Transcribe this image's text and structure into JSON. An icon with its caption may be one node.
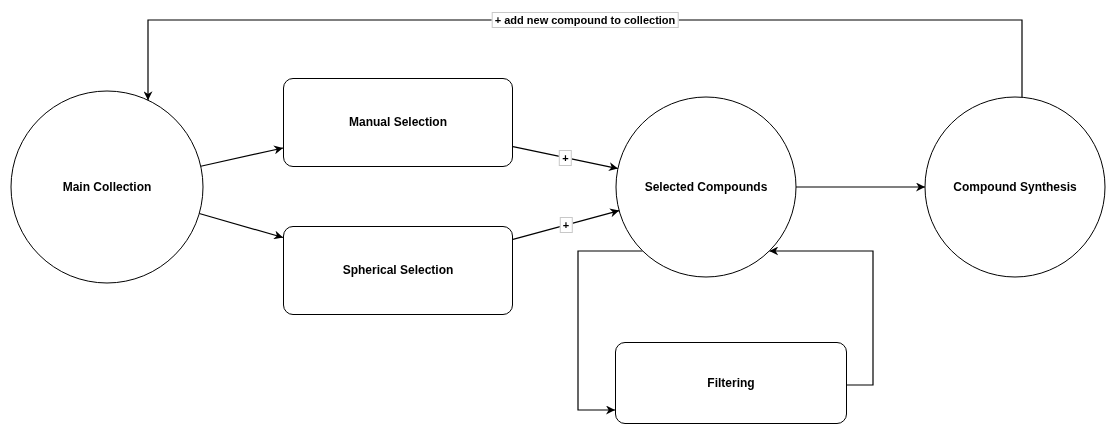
{
  "diagram": {
    "nodes": [
      {
        "text": [
          "Main Collection"
        ]
      },
      {
        "text": [
          "Manual Selection"
        ]
      },
      {
        "text": [
          "Spherical Selection"
        ]
      },
      {
        "text": [
          "Selected Compounds"
        ]
      },
      {
        "text": [
          "Compound Synthesis"
        ]
      },
      {
        "text": [
          "Filtering"
        ]
      }
    ],
    "edges": [
      {
        "from": 0,
        "to": 1,
        "arrow": "to"
      },
      {
        "from": 0,
        "to": 2,
        "arrow": "to"
      },
      {
        "from": 1,
        "to": 3,
        "arrow": "to",
        "label": "+"
      },
      {
        "from": 2,
        "to": 3,
        "arrow": "to",
        "label": "+"
      },
      {
        "from": 3,
        "to": 4,
        "arrow": "to"
      },
      {
        "from": 4,
        "to": 0,
        "arrow": "to",
        "label": "+ add new compound to collection"
      },
      {
        "from": 3,
        "to": 5,
        "arrow": "to"
      },
      {
        "from": 5,
        "to": 3,
        "arrow": "to"
      }
    ]
  }
}
